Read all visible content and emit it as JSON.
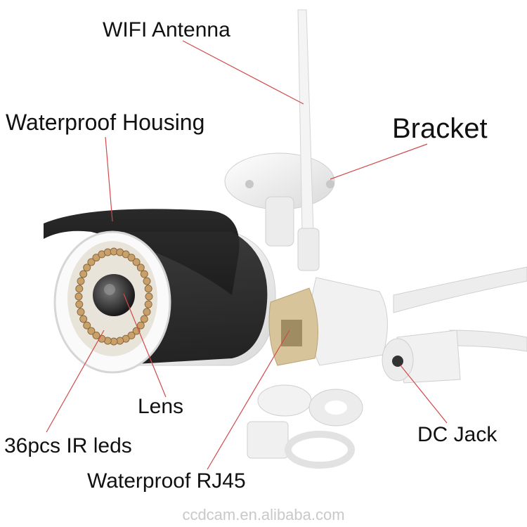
{
  "labels": {
    "wifi_antenna": "WIFI Antenna",
    "waterproof_housing": "Waterproof Housing",
    "bracket": "Bracket",
    "lens": "Lens",
    "ir_leds": "36pcs IR leds",
    "waterproof_rj45": "Waterproof RJ45",
    "dc_jack": "DC Jack"
  },
  "watermark": "ccdcam.en.alibaba.com",
  "colors": {
    "leader_line": "#d24a4a",
    "housing_black": "#1c1c1c",
    "body_white": "#f2f2f2",
    "connector_tan": "#d8c49a"
  }
}
